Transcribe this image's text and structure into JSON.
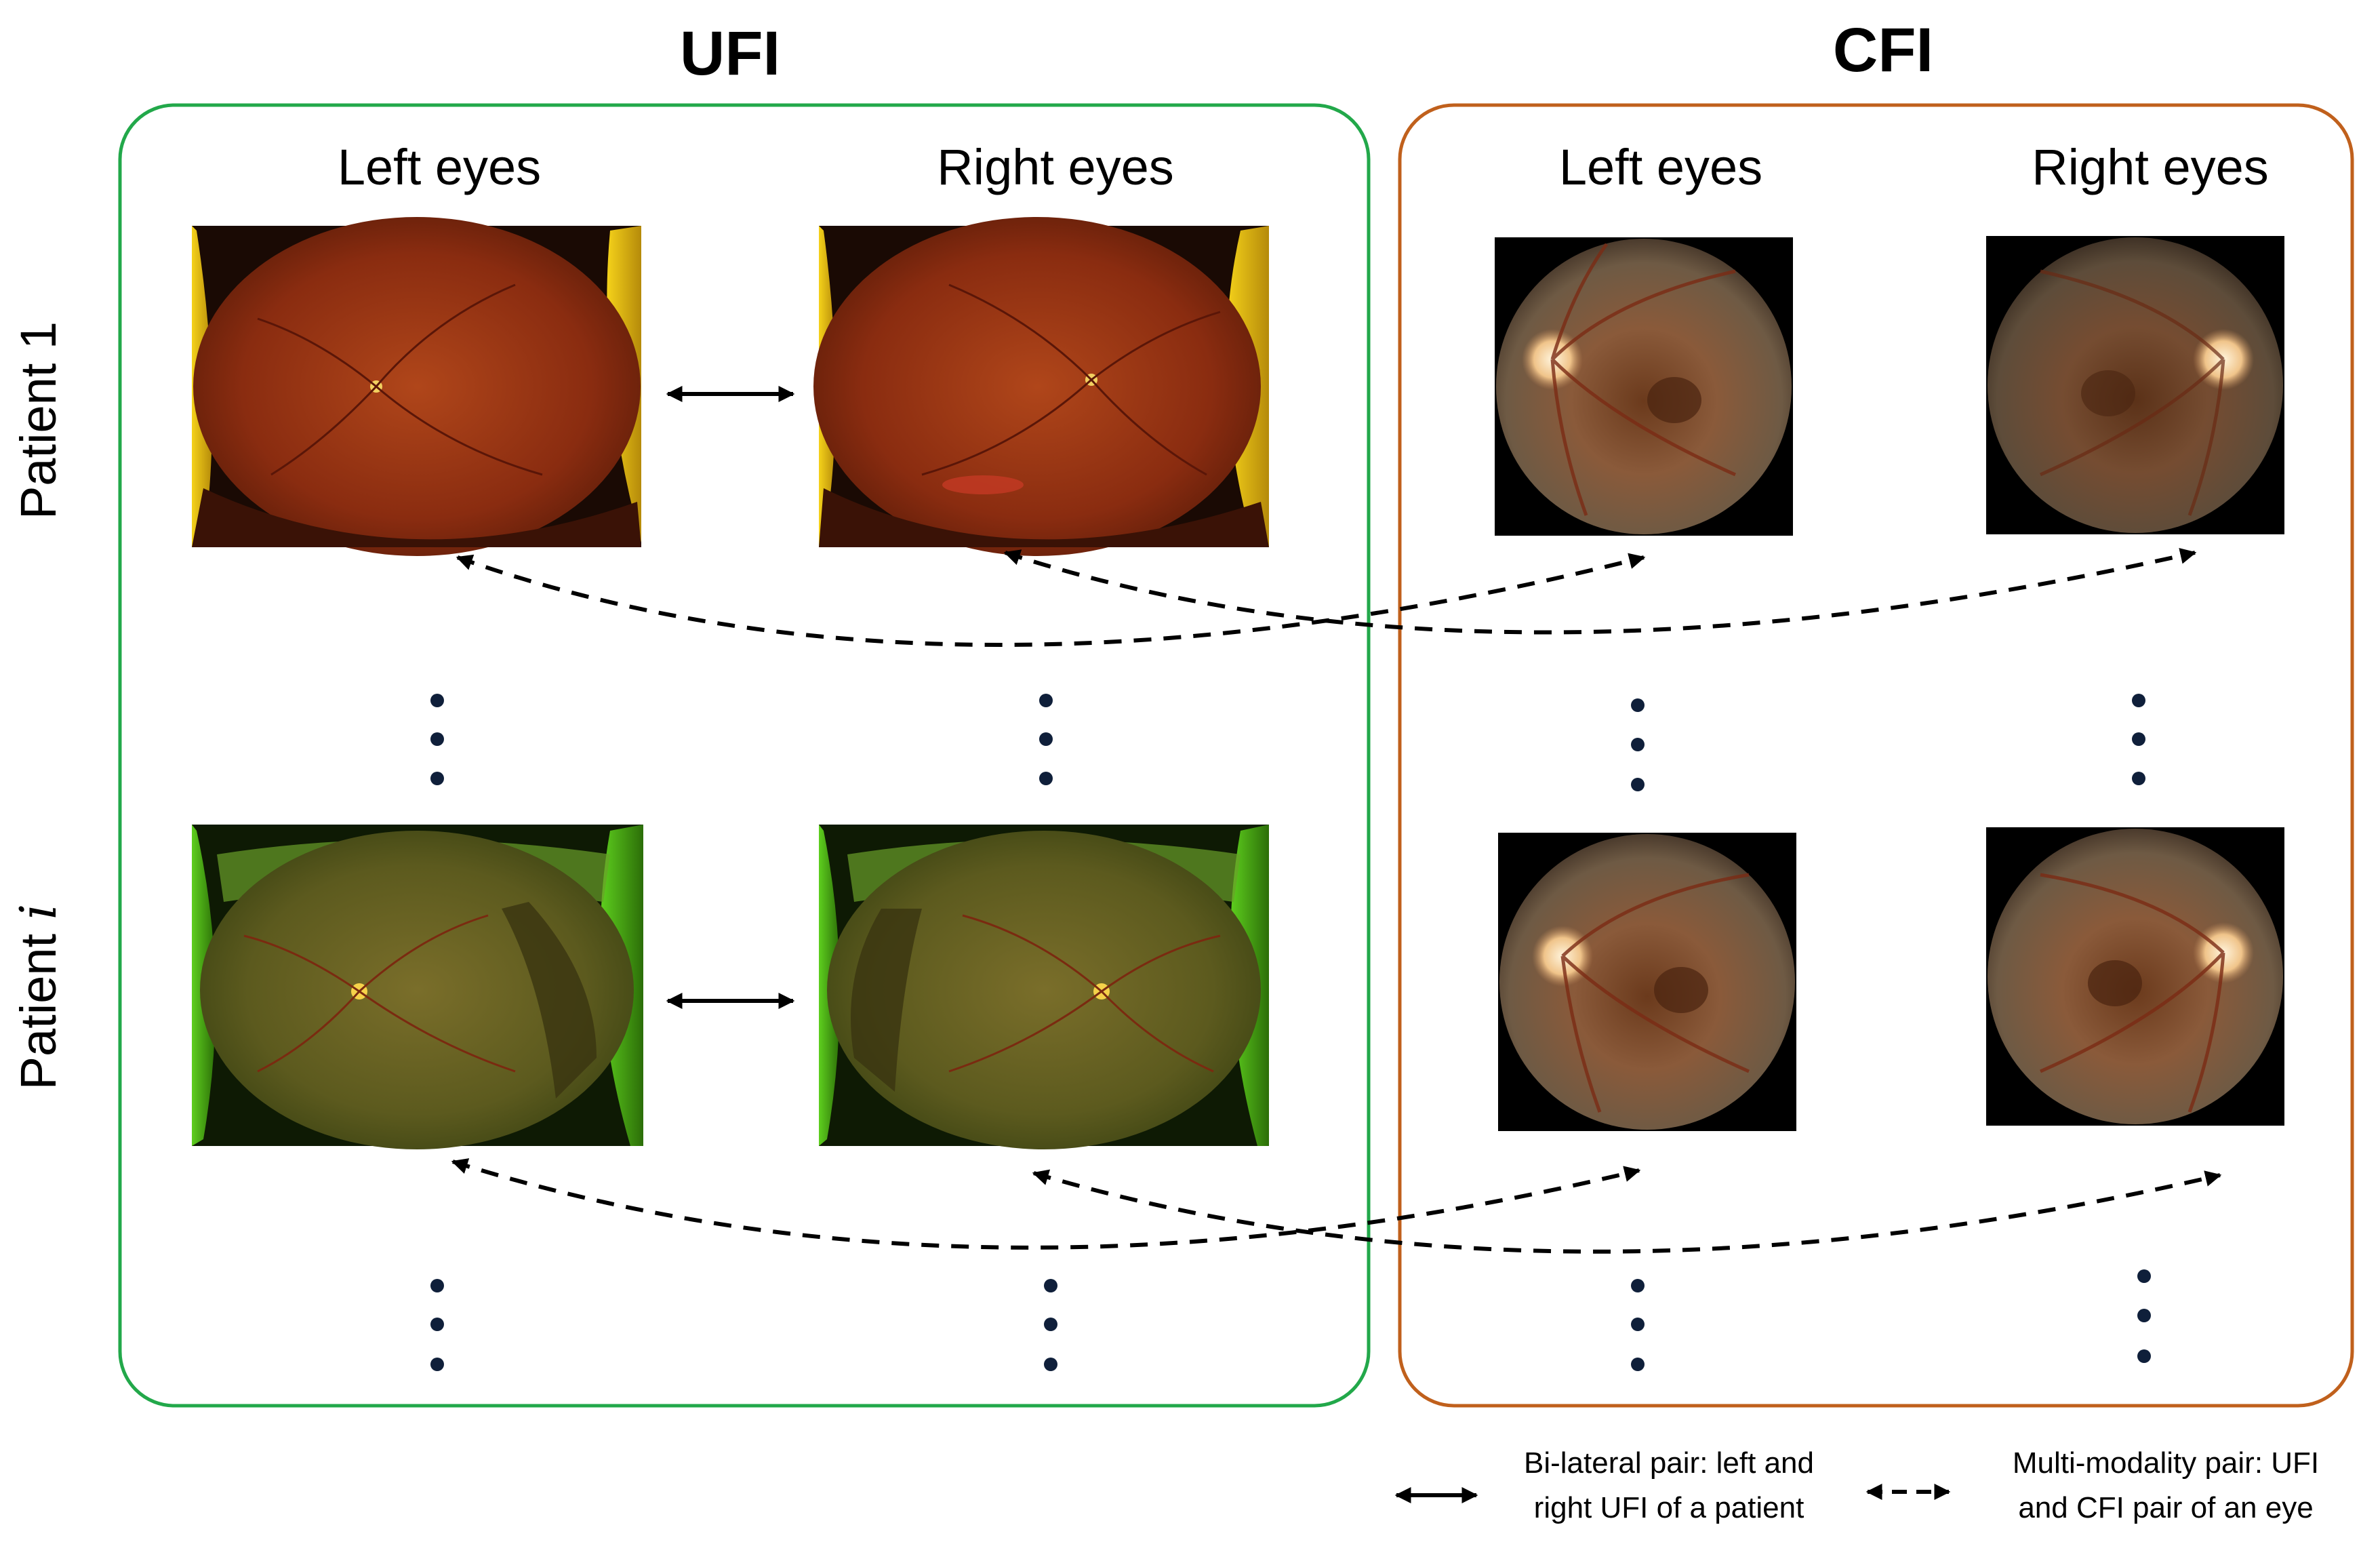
{
  "panels": {
    "ufi": {
      "title": "UFI",
      "left_label": "Left eyes",
      "right_label": "Right eyes",
      "border_color": "#22a84a"
    },
    "cfi": {
      "title": "CFI",
      "left_label": "Left eyes",
      "right_label": "Right eyes",
      "border_color": "#c0601c"
    }
  },
  "rows": {
    "patient_1": {
      "prefix": "Patient ",
      "suffix": "1"
    },
    "patient_i": {
      "prefix": "Patient ",
      "suffix": "i"
    }
  },
  "legend": {
    "bilateral_line1": "Bi-lateral pair: left and",
    "bilateral_line2": "right UFI of a patient",
    "multimodal_line1": "Multi-modality pair: UFI",
    "multimodal_line2": "and CFI pair of an eye"
  },
  "colors": {
    "arrow": "#000000",
    "dot": "#0f1f3a"
  },
  "images": {
    "ufi_p1_left": "ultra-widefield fundus image (orange)",
    "ufi_p1_right": "ultra-widefield fundus image (orange)",
    "ufi_pi_left": "ultra-widefield fundus image (green)",
    "ufi_pi_right": "ultra-widefield fundus image (green)",
    "cfi_p1_left": "color fundus image",
    "cfi_p1_right": "color fundus image",
    "cfi_pi_left": "color fundus image",
    "cfi_pi_right": "color fundus image"
  }
}
